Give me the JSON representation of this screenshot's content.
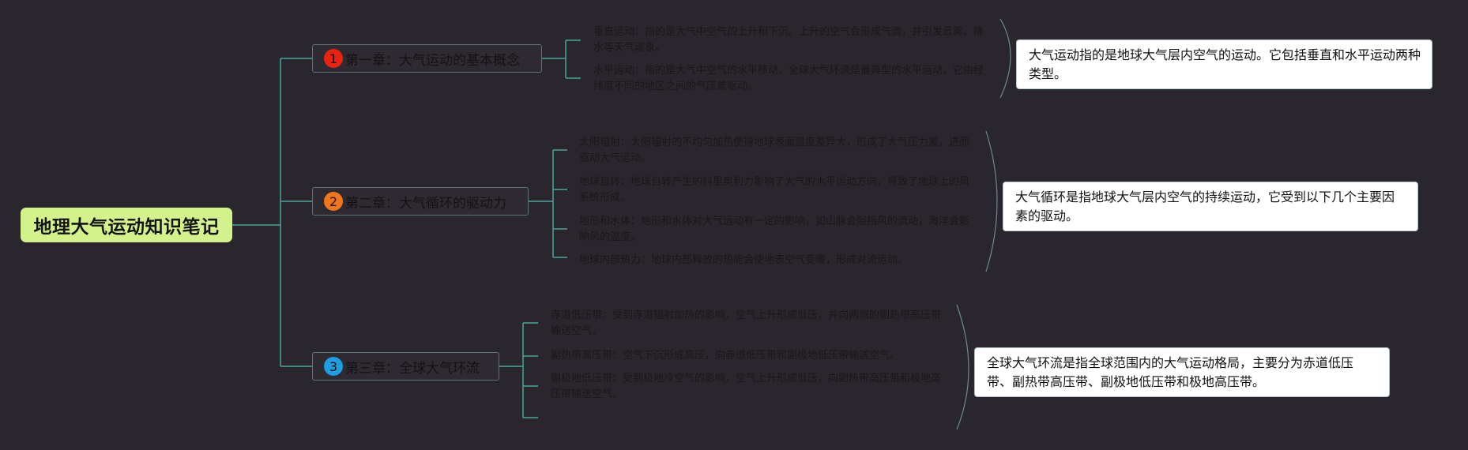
{
  "root": {
    "title": "地理大气运动知识笔记"
  },
  "chapters": [
    {
      "number": "1",
      "title": "第一章：大气运动的基本概念",
      "badge_color": "#e8230f",
      "details": [
        "垂直运动：指的是大气中空气的上升和下沉。上升的空气会形成气流，并引发云雾、降水等天气现象。",
        "水平运动：指的是大气中空气的水平移动。全球大气环流是最典型的水平运动，它由经纬度不同的地区之间的气压差驱动。"
      ],
      "summary": "大气运动指的是地球大气层内空气的运动。它包括垂直和水平运动两种类型。"
    },
    {
      "number": "2",
      "title": "第二章：大气循环的驱动力",
      "badge_color": "#f0761e",
      "details": [
        "太阳辐射：太阳辐射的不均匀加热使得地球表面温度差异大，形成了大气压力差，进而驱动大气运动。",
        "地球自转：地球自转产生的科里奥利力影响了大气的水平运动方向，导致了地球上的风系统形成。",
        "地形和水体：地形和水体对大气运动有一定的影响，如山脉会阻挡风的流动，海洋会影响风的温度。",
        "地球内部热力：地球内部释放的热能会使地表空气变暖，形成对流运动。"
      ],
      "summary": "大气循环是指地球大气层内空气的持续运动，它受到以下几个主要因素的驱动。"
    },
    {
      "number": "3",
      "title": "第三章：全球大气环流",
      "badge_color": "#1c9fe0",
      "details": [
        "赤道低压带：受到赤道辐射加热的影响，空气上升形成低压，并向两侧的副热带高压带输送空气。",
        "副热带高压带：空气下沉形成高压，向赤道低压带和副极地低压带输送空气。",
        "副极地低压带：受到极地冷空气的影响，空气上升形成低压，向副热带高压带和极地高压带输送空气。",
        ""
      ],
      "summary": "全球大气环流是指全球范围内的大气运动格局，主要分为赤道低压带、副热带高压带、副极地低压带和极地高压带。"
    }
  ],
  "colors": {
    "background": "#2a262e",
    "root_fill": "#d4f28c",
    "connector": "#4aa39a",
    "chapter_border": "#5f7076",
    "brace": "#6e8a8a"
  }
}
